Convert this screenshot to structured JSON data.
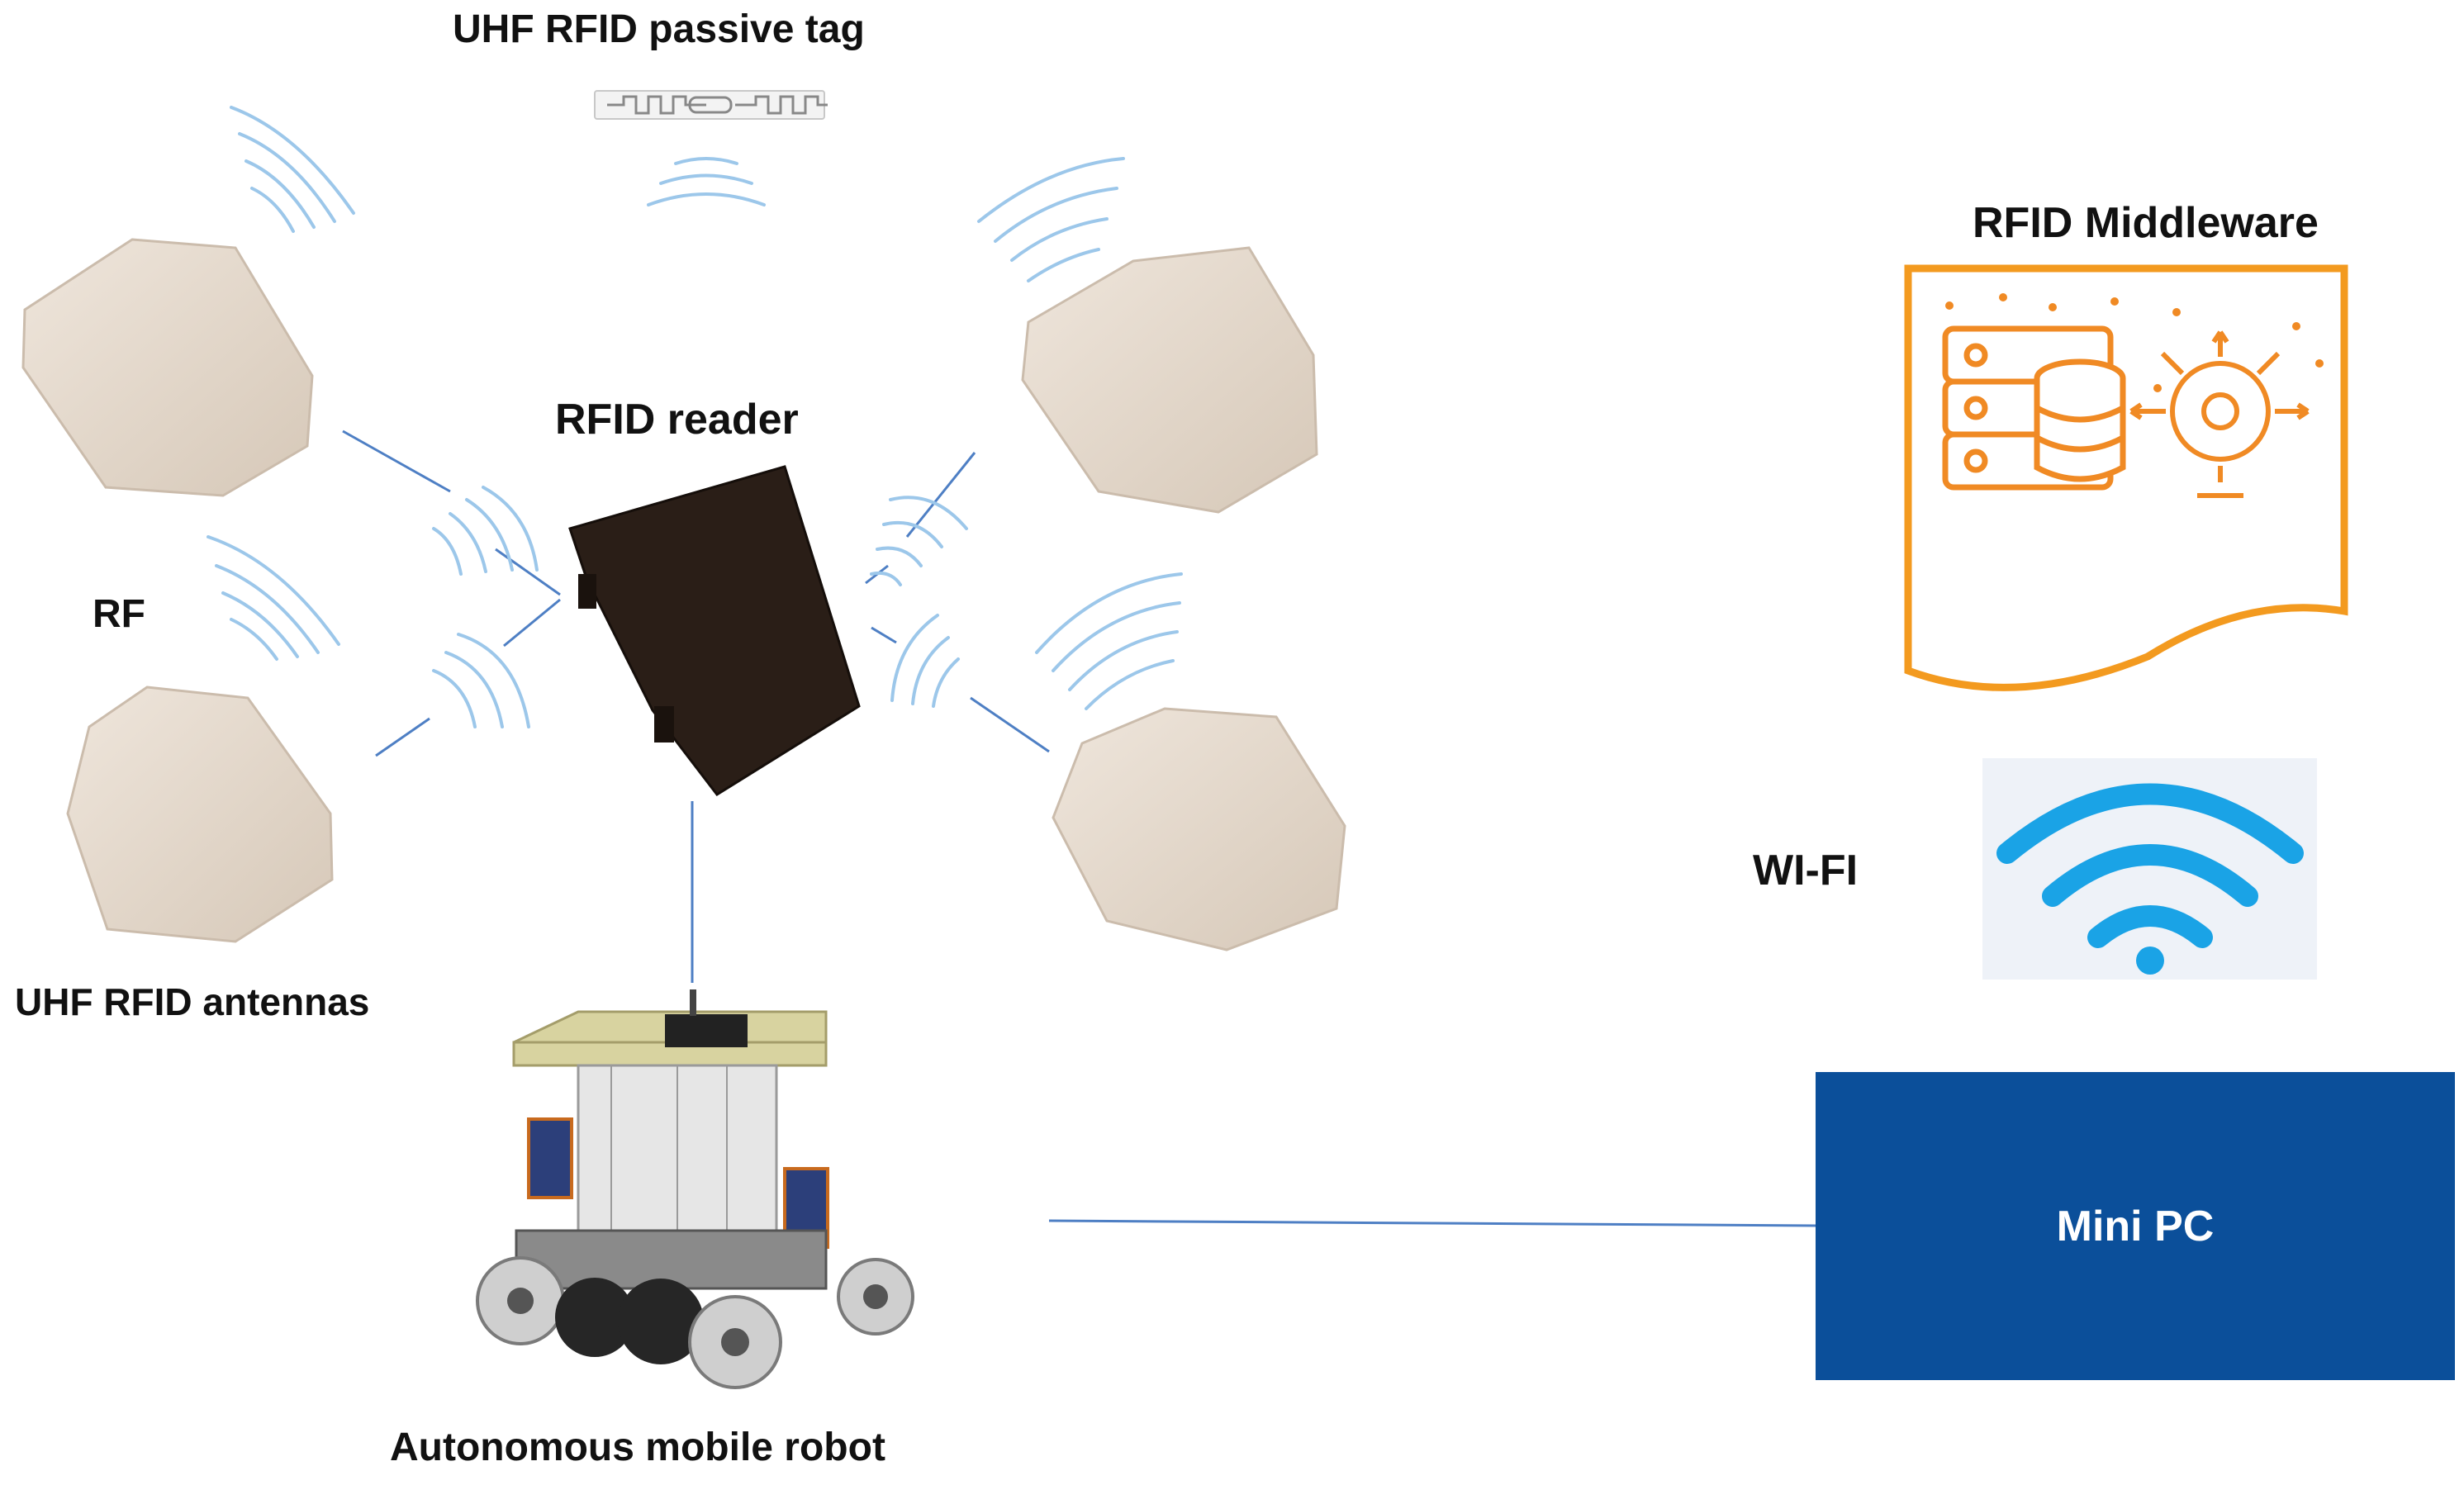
{
  "labels": {
    "passive_tag": "UHF RFID passive tag",
    "reader": "RFID reader",
    "rf": "RF",
    "antennas": "UHF RFID antennas",
    "robot": "Autonomous mobile robot",
    "middleware": "RFID Middleware",
    "wifi": "WI-FI",
    "mini_pc": "Mini PC"
  },
  "colors": {
    "antenna": "#e3d7c9",
    "reader": "#2a1e17",
    "rf_waves": "#9cc7ea",
    "links": "#4e7fc4",
    "middleware": "#f39a1f",
    "wifi": "#1aa3e6",
    "mini_pc": "#0b4f9a"
  },
  "icons": [
    "uhf-tag-icon",
    "antenna-icon",
    "rfid-reader-icon",
    "robot-icon",
    "server-database-icon",
    "gear-icon",
    "wifi-icon"
  ]
}
